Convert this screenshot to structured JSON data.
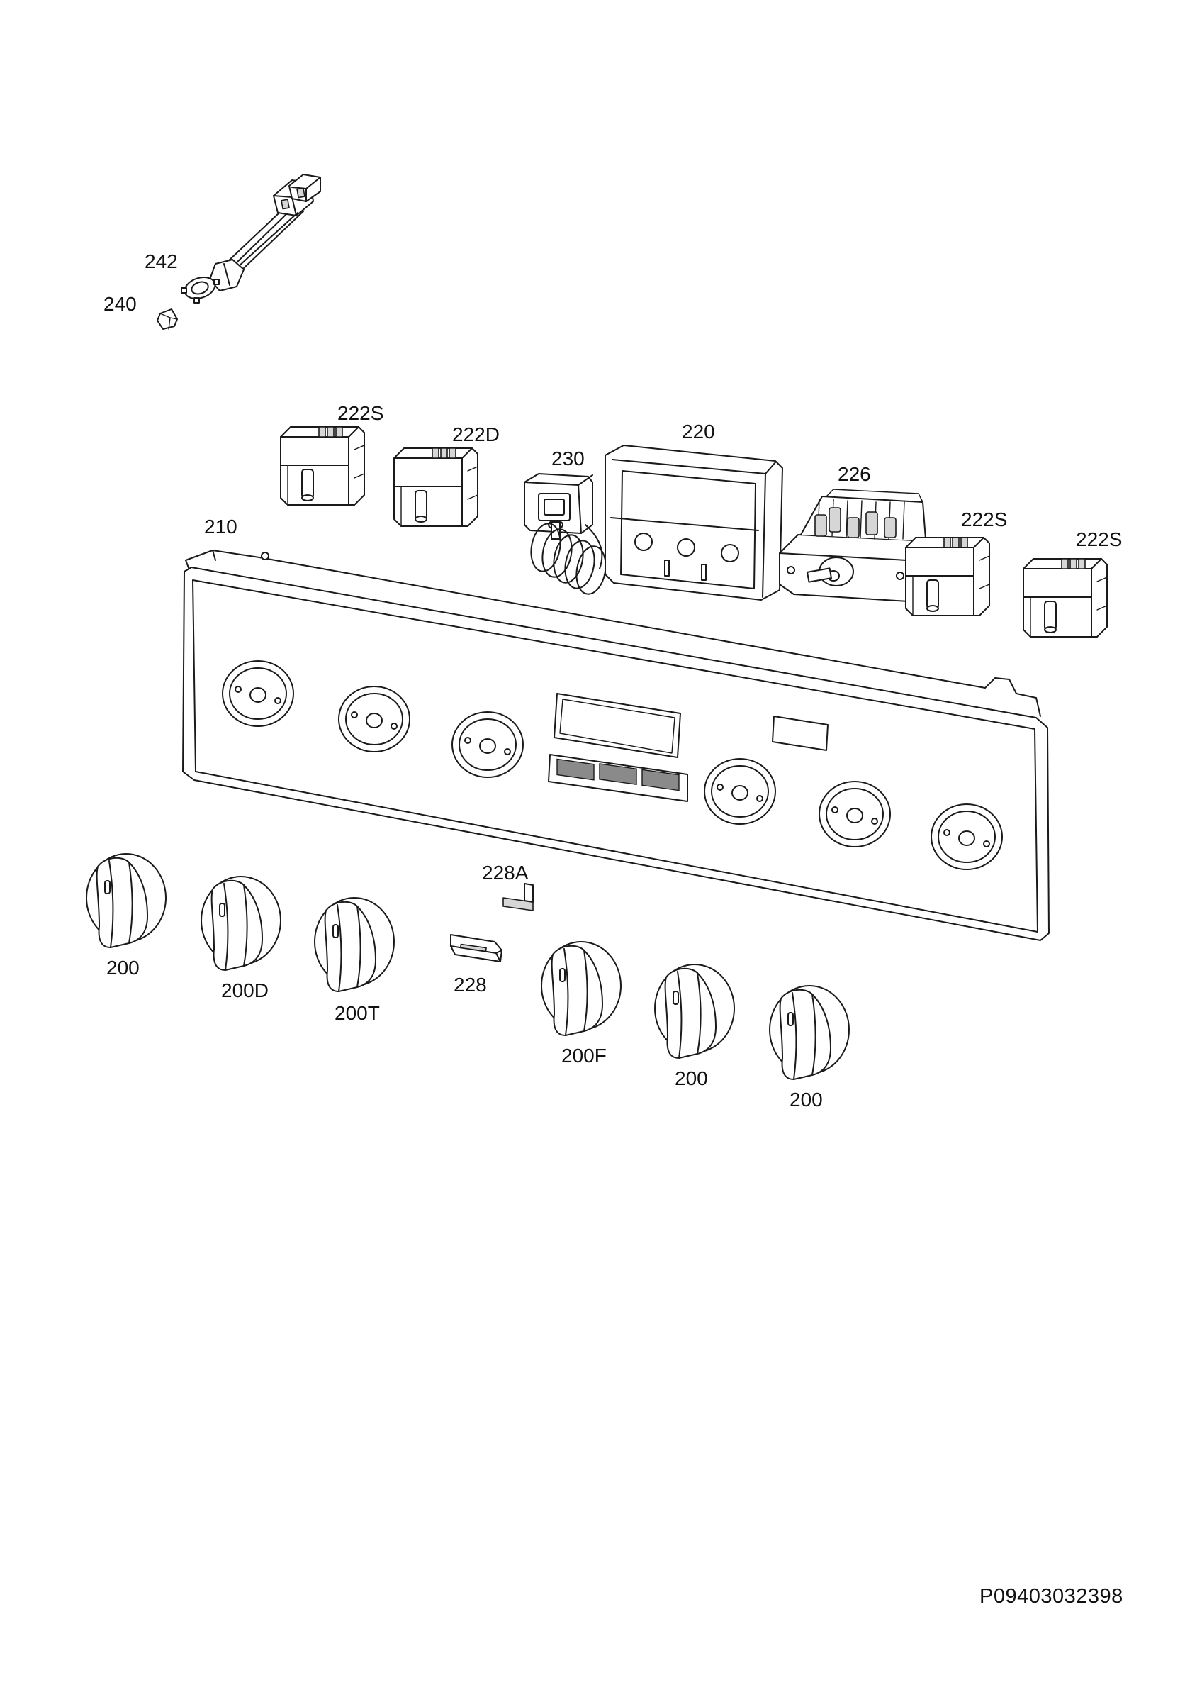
{
  "labels": {
    "p242": "242",
    "p240": "240",
    "p222s_a": "222S",
    "p222d": "222D",
    "p230": "230",
    "p220": "220",
    "p226": "226",
    "p222s_b": "222S",
    "p222s_c": "222S",
    "p210": "210",
    "p228a": "228A",
    "p228": "228",
    "p200_a": "200",
    "p200d": "200D",
    "p200t": "200T",
    "p200f": "200F",
    "p200_b": "200",
    "p200_c": "200"
  },
  "document_id": "P09403032398"
}
